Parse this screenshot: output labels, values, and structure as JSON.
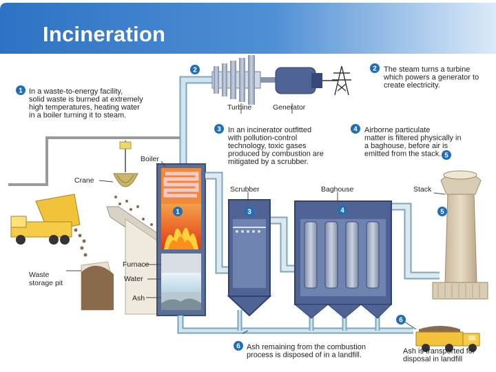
{
  "slide": {
    "title": "Incineration"
  },
  "diagram": {
    "labels": {
      "turbine": "Turbine",
      "generator": "Generator",
      "boiler": "Boiler",
      "crane": "Crane",
      "waste_storage_1": "Waste",
      "waste_storage_2": "storage pit",
      "furnace": "Furnace",
      "water": "Water",
      "ash": "Ash",
      "scrubber": "Scrubber",
      "baghouse": "Baghouse",
      "stack": "Stack"
    },
    "markers": {
      "step1": "1",
      "step2": "2",
      "step3": "3",
      "step4": "4",
      "step5": "5",
      "step6": "6"
    },
    "callouts": {
      "c1": [
        "In a waste-to-energy facility,",
        "solid waste is burned at extremely",
        "high temperatures, heating water",
        "in a boiler turning it to steam."
      ],
      "c2": [
        "The steam turns a turbine",
        "which powers a generator to",
        "create electricity."
      ],
      "c3": [
        "In an incinerator outfitted",
        "with pollution-control",
        "technology, toxic gases",
        "produced by combustion are",
        "mitigated by a scrubber."
      ],
      "c4": [
        "Airborne particulate",
        "matter is filtered physically in",
        "a baghouse, before air is",
        "emitted from the stack."
      ],
      "c6": [
        "Ash remaining from the combustion",
        "process is disposed of in a landfill."
      ],
      "c6b": [
        "Ash is transported for",
        "disposal in landfill"
      ]
    },
    "colors": {
      "header_start": "#2d72c4",
      "header_end": "#d2e6f8",
      "marker": "#1e6fb8",
      "pipe": "#cfe4ee",
      "pipe_stroke": "#7aa7bf",
      "equipment": "#5a6e96",
      "fire": "#f26a1b"
    }
  }
}
